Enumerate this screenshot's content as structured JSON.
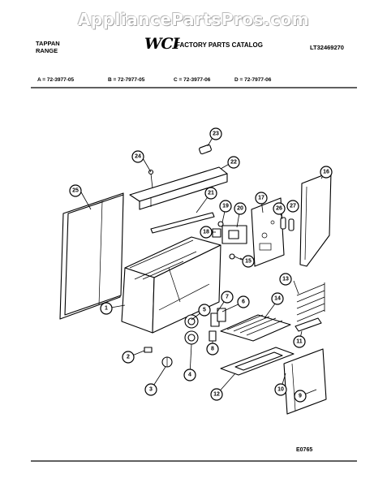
{
  "watermark": "AppliancePartsPros.com",
  "header": {
    "brand_line1": "TAPPAN",
    "brand_line2": "RANGE",
    "logo": "WCI",
    "catalog_title": "FACTORY PARTS CATALOG",
    "catalog_number": "LT32469270"
  },
  "model_codes": [
    "A = 72-3977-05",
    "B = 72-7977-05",
    "C = 72-3977-06",
    "D = 72-7977-06"
  ],
  "callouts": [
    "1",
    "2",
    "3",
    "4",
    "5",
    "6",
    "7",
    "8",
    "9",
    "10",
    "11",
    "12",
    "13",
    "14",
    "15",
    "16",
    "17",
    "18",
    "19",
    "20",
    "21",
    "22",
    "23",
    "24",
    "25",
    "26",
    "27"
  ],
  "footer_code": "E0765"
}
